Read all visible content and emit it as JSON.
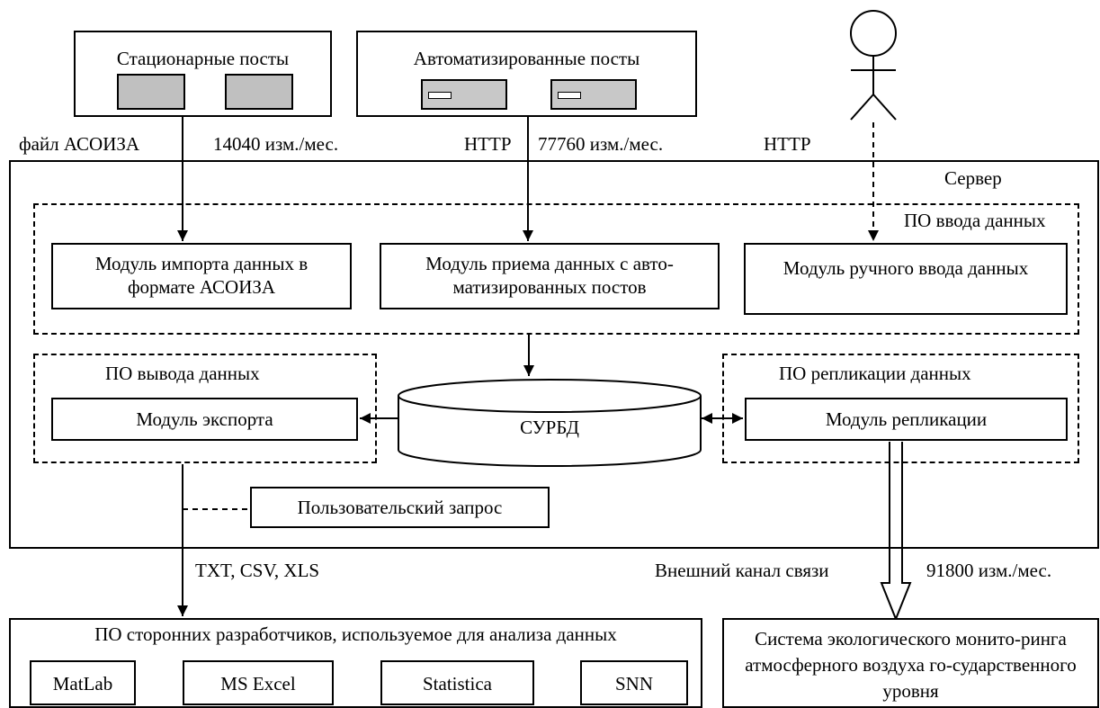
{
  "sources": {
    "stationary_title": "Стационарные посты",
    "automated_title": "Автоматизированные посты"
  },
  "flows": {
    "asoiza_file": "файл АСОИЗА",
    "stationary_rate": "14040 изм./мес.",
    "http_automated": "HTTP",
    "automated_rate": "77760 изм./мес.",
    "http_user": "HTTP",
    "output_formats": "TXT,  CSV, XLS",
    "external_channel": "Внешний канал связи",
    "external_rate": "91800 изм./мес."
  },
  "server": {
    "title": "Сервер",
    "input_group": "ПО ввода данных",
    "import_module": "Модуль импорта данных в формате АСОИЗА",
    "receive_module": "Модуль приема данных с авто-матизированных постов",
    "manual_module": "Модуль ручного ввода данных",
    "output_group": "ПО вывода данных",
    "export_module": "Модуль экспорта",
    "database": "СУРБД",
    "replication_group": "ПО репликации данных",
    "replication_module": "Модуль репликации",
    "user_query": "Пользовательский запрос"
  },
  "third_party": {
    "title": "ПО сторонних разработчиков, используемое для анализа данных",
    "tools": [
      "MatLab",
      "MS Excel",
      "Statistica",
      "SNN"
    ]
  },
  "state_system": "Система экологического монито-ринга атмосферного воздуха го-сударственного уровня"
}
